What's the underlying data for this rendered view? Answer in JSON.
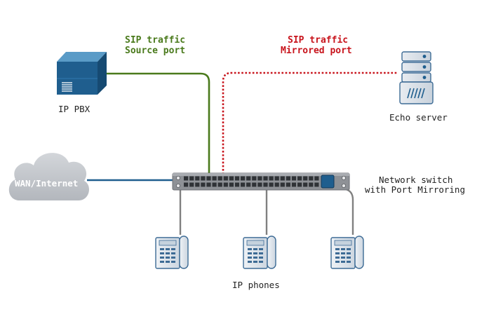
{
  "diagram": {
    "nodes": {
      "ip_pbx": {
        "label": "IP PBX"
      },
      "echo_server": {
        "label": "Echo server"
      },
      "wan": {
        "label": "WAN/Internet"
      },
      "switch": {
        "label_line1": "Network switch",
        "label_line2": "with Port Mirroring"
      },
      "phones": {
        "label": "IP phones"
      }
    },
    "links": {
      "source": {
        "line1": "SIP traffic",
        "line2": "Source port",
        "color": "#4a7a1c"
      },
      "mirrored": {
        "line1": "SIP traffic",
        "line2": "Mirrored port",
        "color": "#c8141c"
      }
    },
    "colors": {
      "device_blue": "#1f5e8e",
      "wan_link": "#1f5e8e",
      "cable_gray": "#808080",
      "cloud": "#c3c6cb",
      "switch_body": "#8e9196",
      "port": "#2f3236"
    },
    "icons": [
      "pbx-icon",
      "server-icon",
      "cloud-icon",
      "switch-icon",
      "phone-icon"
    ]
  }
}
